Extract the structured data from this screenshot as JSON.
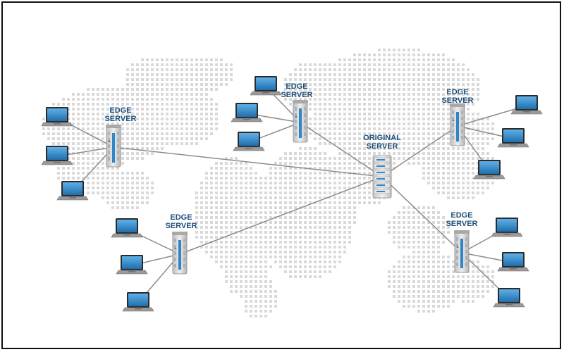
{
  "colors": {
    "map_dots": "#d9d9d9",
    "link_line": "#8c8c8c",
    "server_body": "#d6d6d6",
    "server_accent": "#2e86c8",
    "laptop_screen": "#2e86c8",
    "label_text": "#1f4e7a"
  },
  "labels": {
    "edge_line1": "EDGE",
    "edge_line2": "SERVER",
    "origin_line1": "ORIGINAL",
    "origin_line2": "SERVER"
  },
  "icons": {
    "background": "world-map-dots-icon",
    "edge": "edge-server-tower-icon",
    "origin": "rack-server-icon",
    "client": "laptop-icon"
  },
  "edge_servers": [
    {
      "id": "edge-server-west",
      "label_line1": "EDGE",
      "label_line2": "SERVER",
      "clients": 3
    },
    {
      "id": "edge-server-north",
      "label_line1": "EDGE",
      "label_line2": "SERVER",
      "clients": 3
    },
    {
      "id": "edge-server-east",
      "label_line1": "EDGE",
      "label_line2": "SERVER",
      "clients": 3
    },
    {
      "id": "edge-server-south",
      "label_line1": "EDGE",
      "label_line2": "SERVER",
      "clients": 3
    },
    {
      "id": "edge-server-southeast",
      "label_line1": "EDGE",
      "label_line2": "SERVER",
      "clients": 3
    }
  ],
  "origin_server": {
    "label_line1": "ORIGINAL",
    "label_line2": "SERVER"
  }
}
